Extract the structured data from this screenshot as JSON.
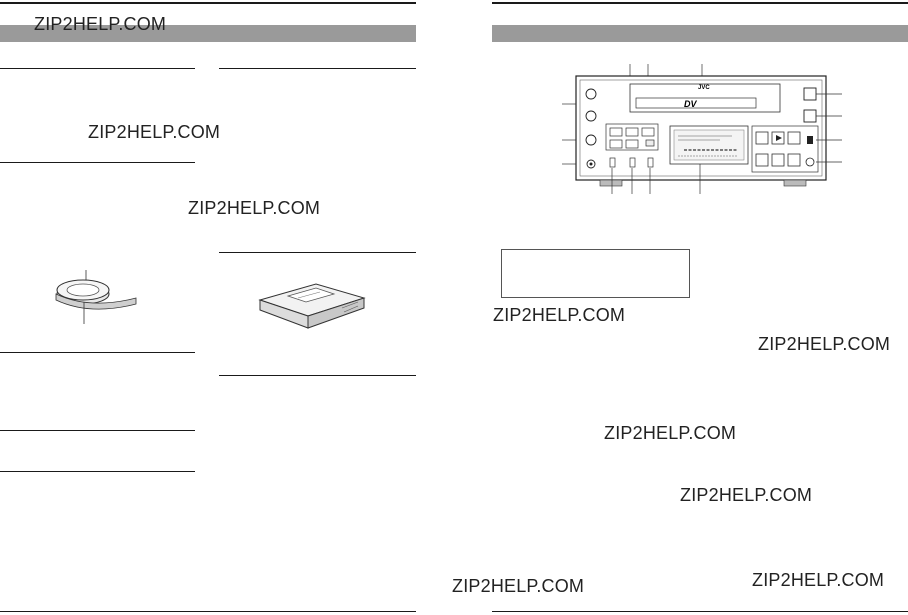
{
  "watermark": {
    "text": "ZIP2HELP.COM"
  },
  "device": {
    "brand": "JVC",
    "cassette_logo": "DV"
  },
  "colors": {
    "rule": "#1a1a1a",
    "band": "#9a9a9a",
    "paper": "#ffffff"
  },
  "icons": [
    "tape-reel-illustration",
    "cassette-illustration",
    "vcr-front-panel-illustration"
  ]
}
